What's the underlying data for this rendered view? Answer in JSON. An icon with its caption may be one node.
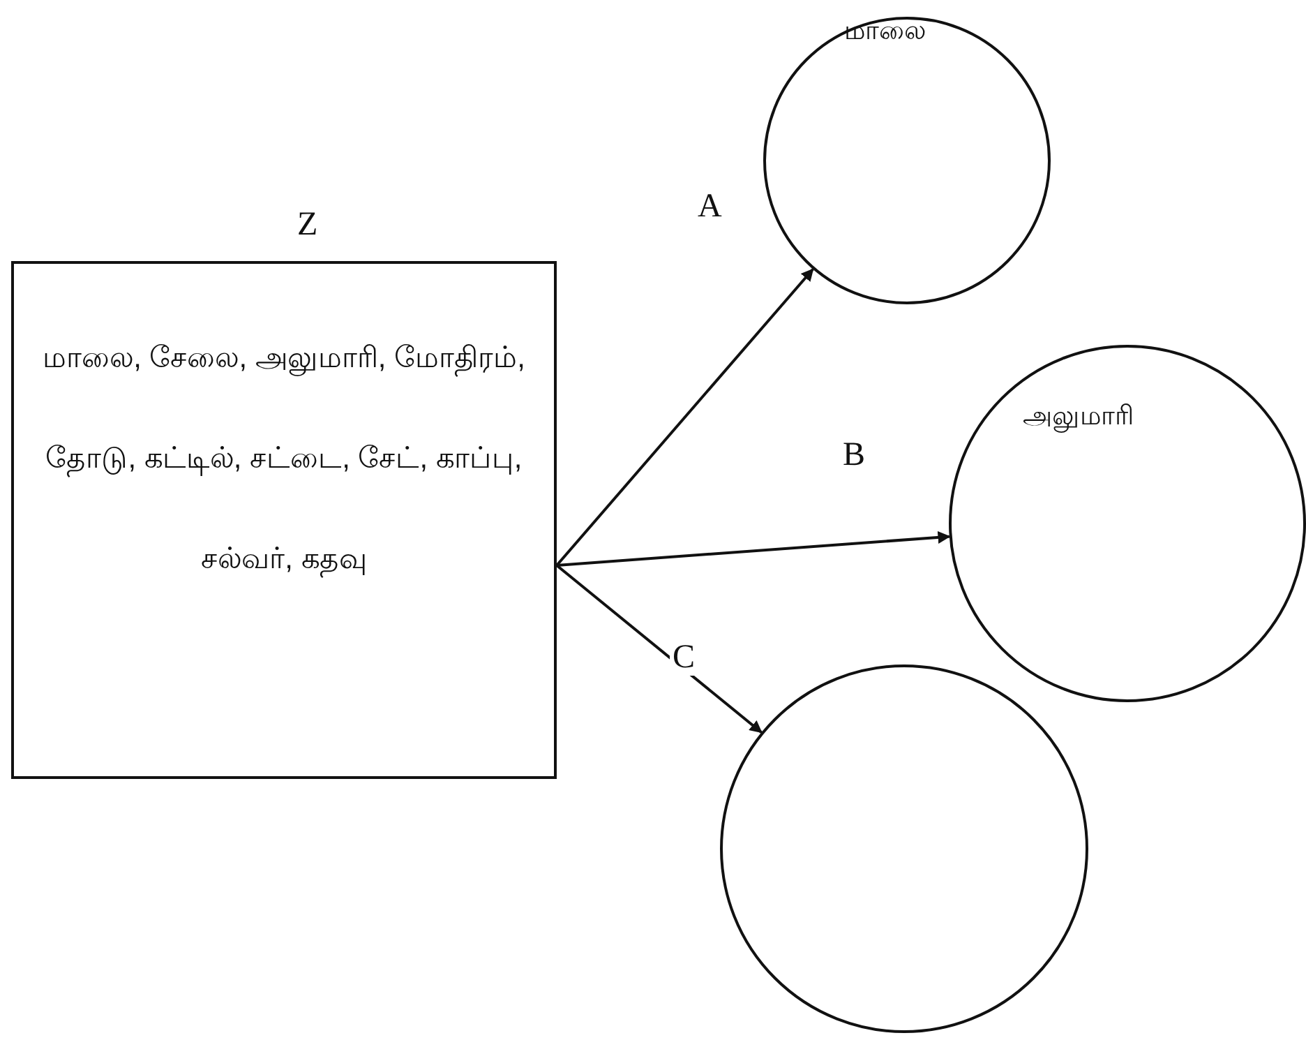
{
  "diagram": {
    "nodes": [
      {
        "text": [
          "Z",
          "மாலை, சேலை, அலுமாரி, மோதிரம், தோடு, கட்டில், சட்டை, சேட், காப்பு, சல்வர், கதவு"
        ]
      },
      {
        "text": [
          "மாலை"
        ]
      },
      {
        "text": [
          "அலுமாரி"
        ]
      },
      {
        "text": [],
        "shape": "circle"
      }
    ],
    "edges": [
      {
        "from": 0,
        "to": 1,
        "arrow": "to",
        "label": "A"
      },
      {
        "from": 0,
        "to": 2,
        "arrow": "to",
        "label": "B"
      },
      {
        "from": 0,
        "to": 3,
        "arrow": "to",
        "label": "C"
      }
    ]
  }
}
